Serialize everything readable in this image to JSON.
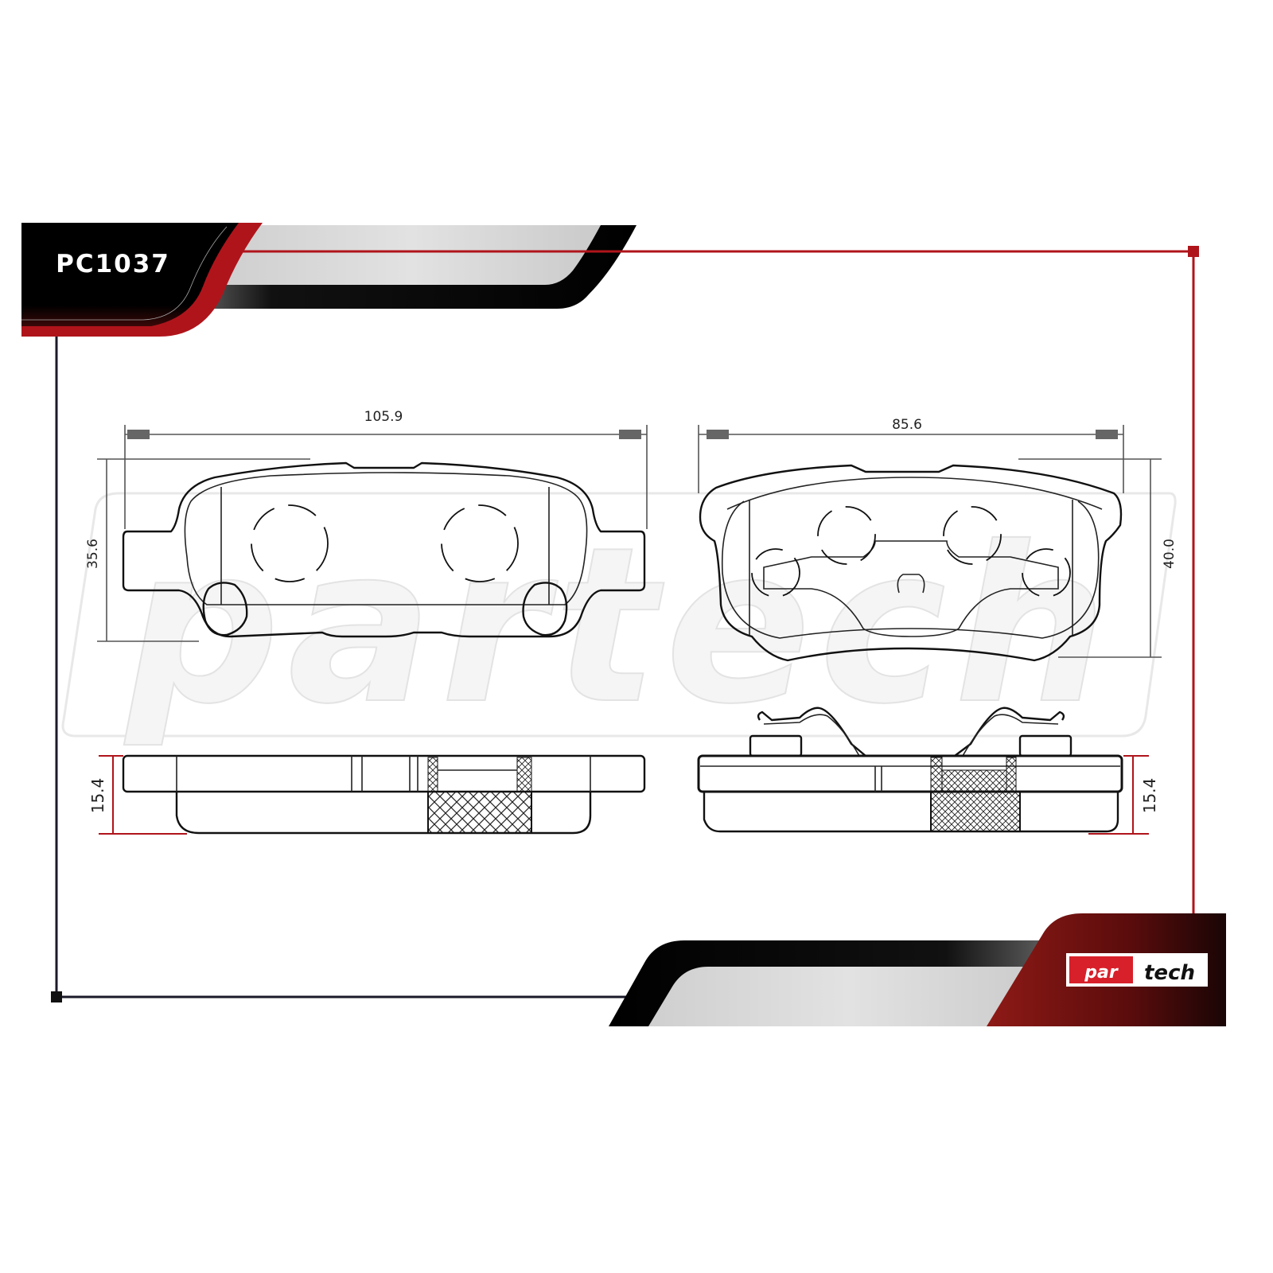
{
  "part_number": "PC1037",
  "brand_logo": "partech",
  "watermark": "partech",
  "colors": {
    "accent_red": "#b0141b",
    "frame_dark": "#111111",
    "band_grey": "#d4d4d4"
  },
  "left_pad": {
    "width": "105.9",
    "height": "35.6",
    "thickness": "15.4"
  },
  "right_pad": {
    "width": "85.6",
    "height": "40.0",
    "thickness": "15.4"
  }
}
